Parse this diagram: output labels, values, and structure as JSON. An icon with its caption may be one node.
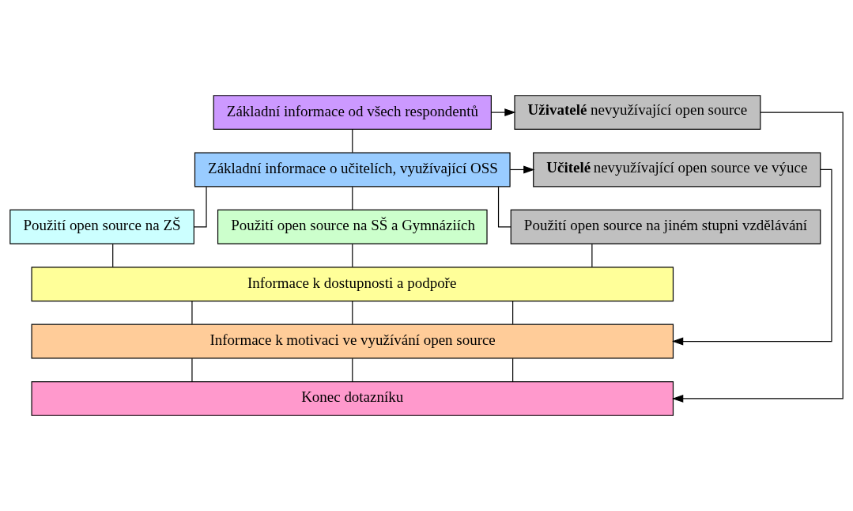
{
  "diagram": {
    "nodes": [
      {
        "text": [
          "Základní informace od všech respondentů"
        ]
      },
      {
        "text": [
          "**Uživatelé** nevyužívající open source"
        ]
      },
      {
        "text": [
          "Základní informace o učitelích, využívající OSS"
        ]
      },
      {
        "text": [
          "**Učitelé** nevyužívající open source ve výuce"
        ]
      },
      {
        "text": [
          "Použití open source na ZŠ"
        ]
      },
      {
        "text": [
          "Použití open source na SŠ a Gymnáziích"
        ]
      },
      {
        "text": [
          "Použití open source na jiném stupni vzdělávání"
        ]
      },
      {
        "text": [
          "Informace k dostupnosti a podpoře"
        ]
      },
      {
        "text": [
          "Informace k motivaci ve využívání open source"
        ]
      },
      {
        "text": [
          "Konec dotazníku"
        ]
      }
    ],
    "edges": [
      {
        "from": 0,
        "to": 1,
        "arrow": "to"
      },
      {
        "from": 1,
        "to": 9,
        "arrow": "to"
      },
      {
        "from": 0,
        "to": 2,
        "arrow": "none"
      },
      {
        "from": 2,
        "to": 3,
        "arrow": "to"
      },
      {
        "from": 3,
        "to": 8,
        "arrow": "to"
      },
      {
        "from": 2,
        "to": 4,
        "arrow": "none"
      },
      {
        "from": 2,
        "to": 5,
        "arrow": "none"
      },
      {
        "from": 2,
        "to": 6,
        "arrow": "none"
      },
      {
        "from": 4,
        "to": 7,
        "arrow": "none"
      },
      {
        "from": 5,
        "to": 7,
        "arrow": "none"
      },
      {
        "from": 6,
        "to": 7,
        "arrow": "none"
      },
      {
        "from": 7,
        "to": 8,
        "arrow": "none"
      },
      {
        "from": 7,
        "to": 8,
        "arrow": "none"
      },
      {
        "from": 7,
        "to": 8,
        "arrow": "none"
      },
      {
        "from": 8,
        "to": 9,
        "arrow": "none"
      },
      {
        "from": 8,
        "to": 9,
        "arrow": "none"
      },
      {
        "from": 8,
        "to": 9,
        "arrow": "none"
      }
    ]
  }
}
